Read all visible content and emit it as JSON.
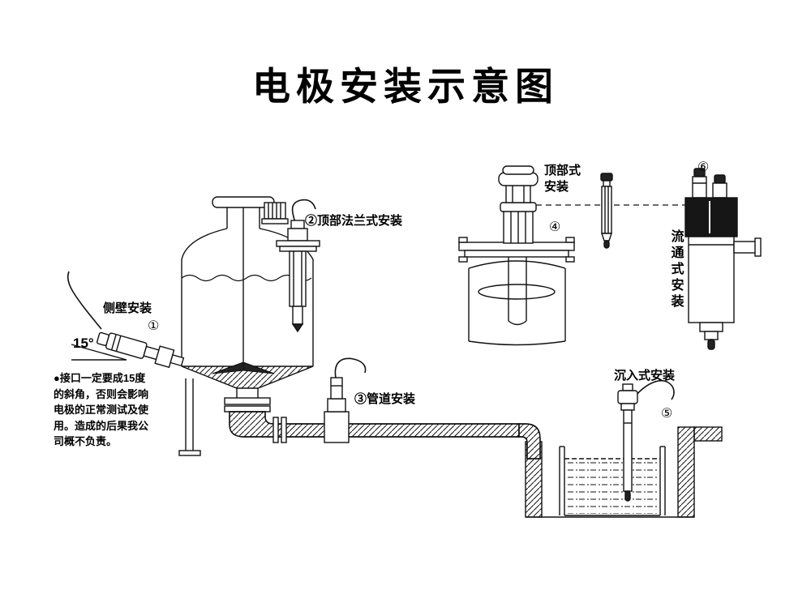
{
  "title": "电极安装示意图",
  "annotations": {
    "side_wall_label": "侧壁安装",
    "side_wall_num": "①",
    "angle_label": "15°",
    "top_flange_label": "②顶部法兰式安装",
    "pipeline_label": "③管道安装",
    "top_mount_label": "顶部式\n安装",
    "top_mount_num": "④",
    "submerged_label": "沉入式安装",
    "submerged_num": "⑤",
    "flow_cell_num": "⑥",
    "flow_cell_label": "流通式安装"
  },
  "note_text": "●接口一定要成15度\n的斜角，否则会影响\n电极的正常测试及使\n用。造成的后果我公\n司概不负责。",
  "colors": {
    "ink": "#111111",
    "paper": "#ffffff"
  }
}
